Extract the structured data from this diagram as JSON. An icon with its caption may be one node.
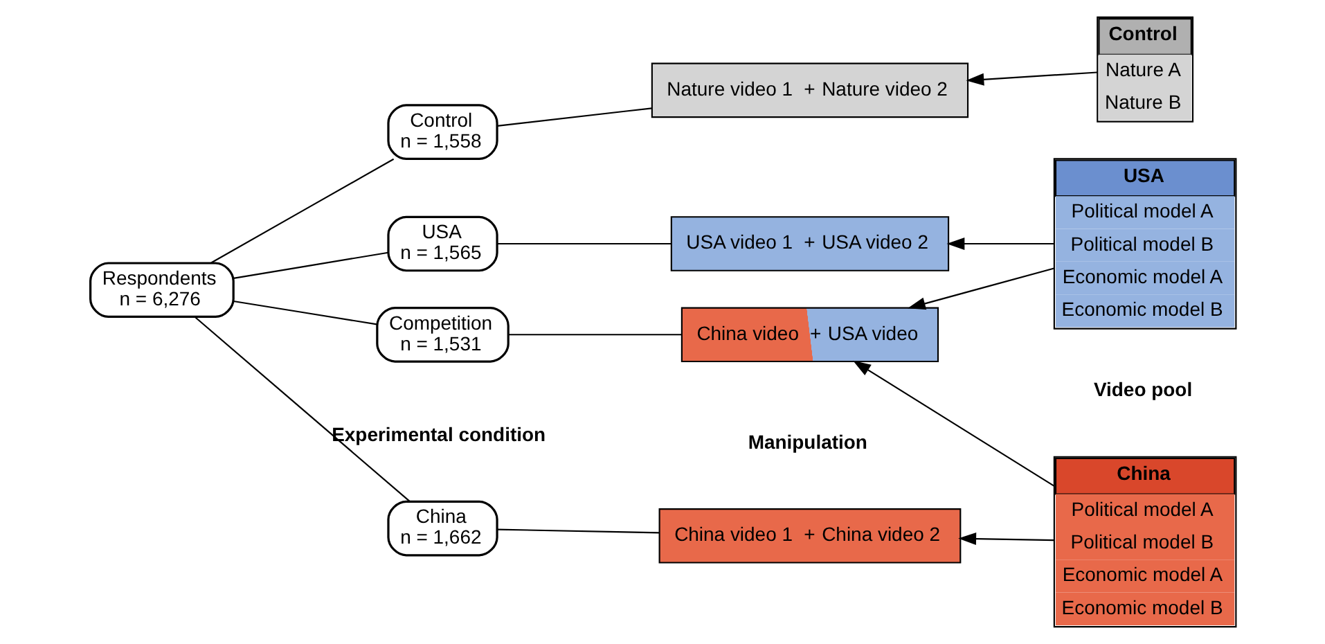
{
  "diagram": {
    "nodes": [
      {
        "text": [
          "Respondents",
          "n = 6,276"
        ]
      },
      {
        "text": [
          "China",
          "n = 1,662"
        ]
      },
      {
        "text": [
          "USA",
          "n = 1,565"
        ]
      },
      {
        "text": [
          "Competition",
          "n = 1,531"
        ]
      },
      {
        "text": [
          "Control",
          "n = 1,558"
        ]
      },
      {
        "text": [
          "China video 1",
          "+",
          "China video 2"
        ]
      },
      {
        "text": [
          "USA video 1",
          "+",
          "USA video 2"
        ]
      },
      {
        "text": [
          "China video",
          "+",
          "USA video"
        ]
      },
      {
        "text": [
          "Nature video 1",
          "+",
          "Nature video 2"
        ]
      },
      {
        "text": [
          "China",
          "Political model A",
          "Political model B",
          "Economic model A",
          "Economic model B"
        ]
      },
      {
        "text": [
          "USA",
          "Political model A",
          "Political model B",
          "Economic model A",
          "Economic model B"
        ]
      },
      {
        "text": [
          "Control",
          "Nature A",
          "Nature B"
        ]
      }
    ],
    "edges": [
      {
        "from": 0,
        "to": 1,
        "arrow": "none"
      },
      {
        "from": 0,
        "to": 2,
        "arrow": "none"
      },
      {
        "from": 0,
        "to": 3,
        "arrow": "none"
      },
      {
        "from": 0,
        "to": 4,
        "arrow": "none"
      },
      {
        "from": 1,
        "to": 5,
        "arrow": "none"
      },
      {
        "from": 2,
        "to": 6,
        "arrow": "none"
      },
      {
        "from": 3,
        "to": 7,
        "arrow": "none"
      },
      {
        "from": 4,
        "to": 8,
        "arrow": "none"
      },
      {
        "from": 9,
        "to": 5,
        "arrow": "to"
      },
      {
        "from": 9,
        "to": 7,
        "arrow": "to"
      },
      {
        "from": 10,
        "to": 6,
        "arrow": "to"
      },
      {
        "from": 10,
        "to": 7,
        "arrow": "to"
      },
      {
        "from": 11,
        "to": 8,
        "arrow": "to"
      }
    ],
    "labels": [
      "Experimental condition",
      "Manipulation",
      "Video pool"
    ]
  }
}
